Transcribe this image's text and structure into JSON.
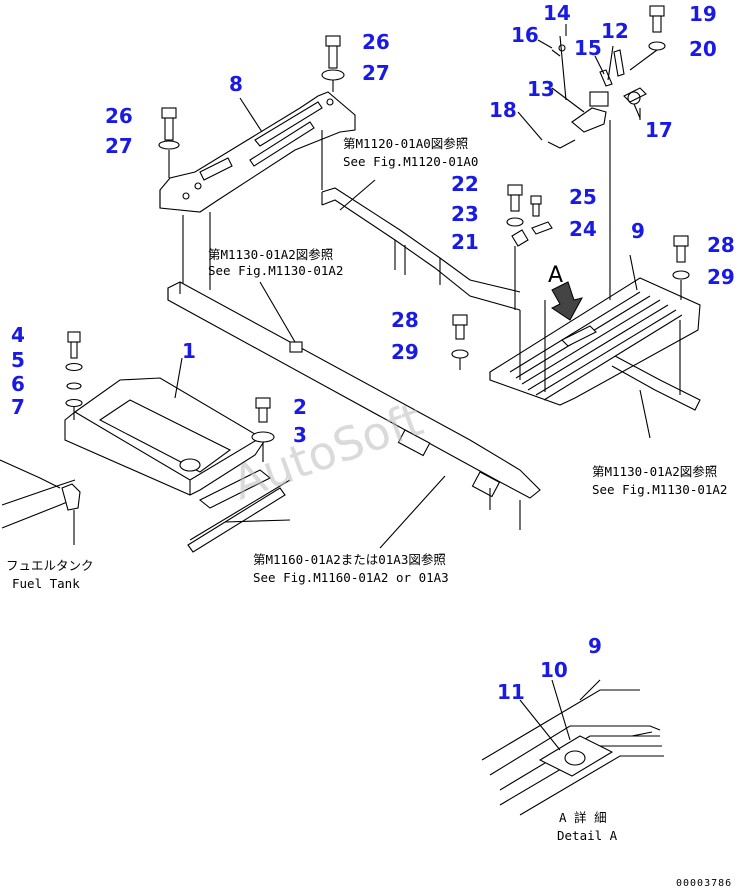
{
  "callouts": {
    "c1": "1",
    "c2": "2",
    "c3": "3",
    "c4": "4",
    "c5": "5",
    "c6": "6",
    "c7": "7",
    "c8": "8",
    "c9": "9",
    "c9b": "9",
    "c10": "10",
    "c11": "11",
    "c12": "12",
    "c13": "13",
    "c14": "14",
    "c15": "15",
    "c16": "16",
    "c17": "17",
    "c18": "18",
    "c19": "19",
    "c20": "20",
    "c21": "21",
    "c22": "22",
    "c23": "23",
    "c24": "24",
    "c25": "25",
    "c26a": "26",
    "c26b": "26",
    "c27a": "27",
    "c27b": "27",
    "c28a": "28",
    "c28b": "28",
    "c29a": "29",
    "c29b": "29"
  },
  "notes": {
    "m1120_jp": "第M1120-01A0図参照",
    "m1120_en": "See Fig.M1120-01A0",
    "m1130a_jp": "第M1130-01A2図参照",
    "m1130a_en": "See Fig.M1130-01A2",
    "m1130b_jp": "第M1130-01A2図参照",
    "m1130b_en": "See Fig.M1130-01A2",
    "m1160_jp": "第M1160-01A2または01A3図参照",
    "m1160_en": "See Fig.M1160-01A2 or 01A3",
    "fuel_jp": "フュエルタンク",
    "fuel_en": "Fuel Tank",
    "view_a": "A",
    "detail_jp": "A 詳 細",
    "detail_en": "Detail A"
  },
  "watermark": "AutoSoft",
  "doc_number": "00003786",
  "colors": {
    "callout": "#1a1ae6",
    "line": "#000000"
  }
}
